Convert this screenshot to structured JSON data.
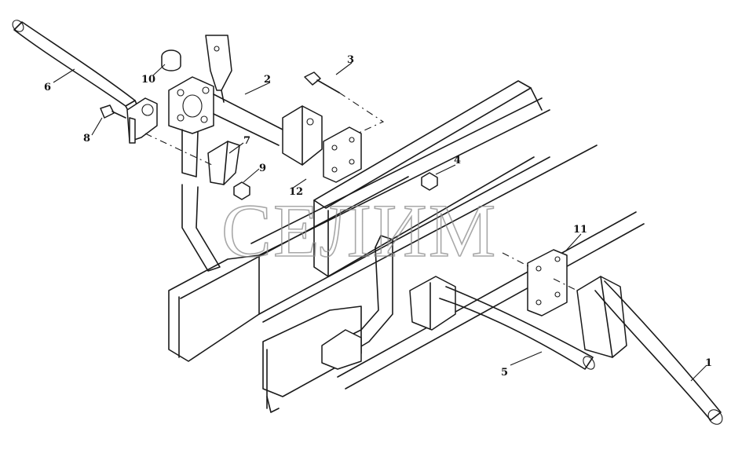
{
  "watermark": {
    "text": "СЕЛИМ"
  },
  "callouts": [
    {
      "id": "1",
      "label": "1"
    },
    {
      "id": "2",
      "label": "2"
    },
    {
      "id": "3",
      "label": "3"
    },
    {
      "id": "4",
      "label": "4"
    },
    {
      "id": "5",
      "label": "5"
    },
    {
      "id": "6",
      "label": "6"
    },
    {
      "id": "7",
      "label": "7"
    },
    {
      "id": "8",
      "label": "8"
    },
    {
      "id": "9",
      "label": "9"
    },
    {
      "id": "10",
      "label": "10"
    },
    {
      "id": "11",
      "label": "11"
    },
    {
      "id": "12",
      "label": "12"
    }
  ]
}
